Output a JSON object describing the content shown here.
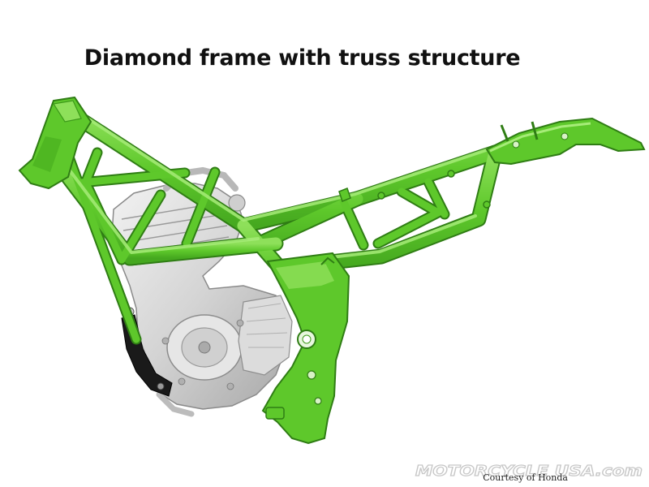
{
  "diagram": {
    "title": "Diamond frame with truss structure",
    "credit": "Courtesy of Honda",
    "watermark": "MOTORCYCLE USA.com"
  },
  "colors": {
    "frame": "#5ec82b",
    "frame_light": "#8ee05a",
    "frame_shadow": "#3d9a1a",
    "frame_outline": "#2f7d14",
    "engine": "#d6d6d6",
    "engine_dark": "#9a9a9a",
    "bracket": "#1a1a1a",
    "title": "#111111"
  },
  "icons": {
    "main": "motorcycle-frame-illustration",
    "watermark": "motorcycle-usa-logo"
  }
}
